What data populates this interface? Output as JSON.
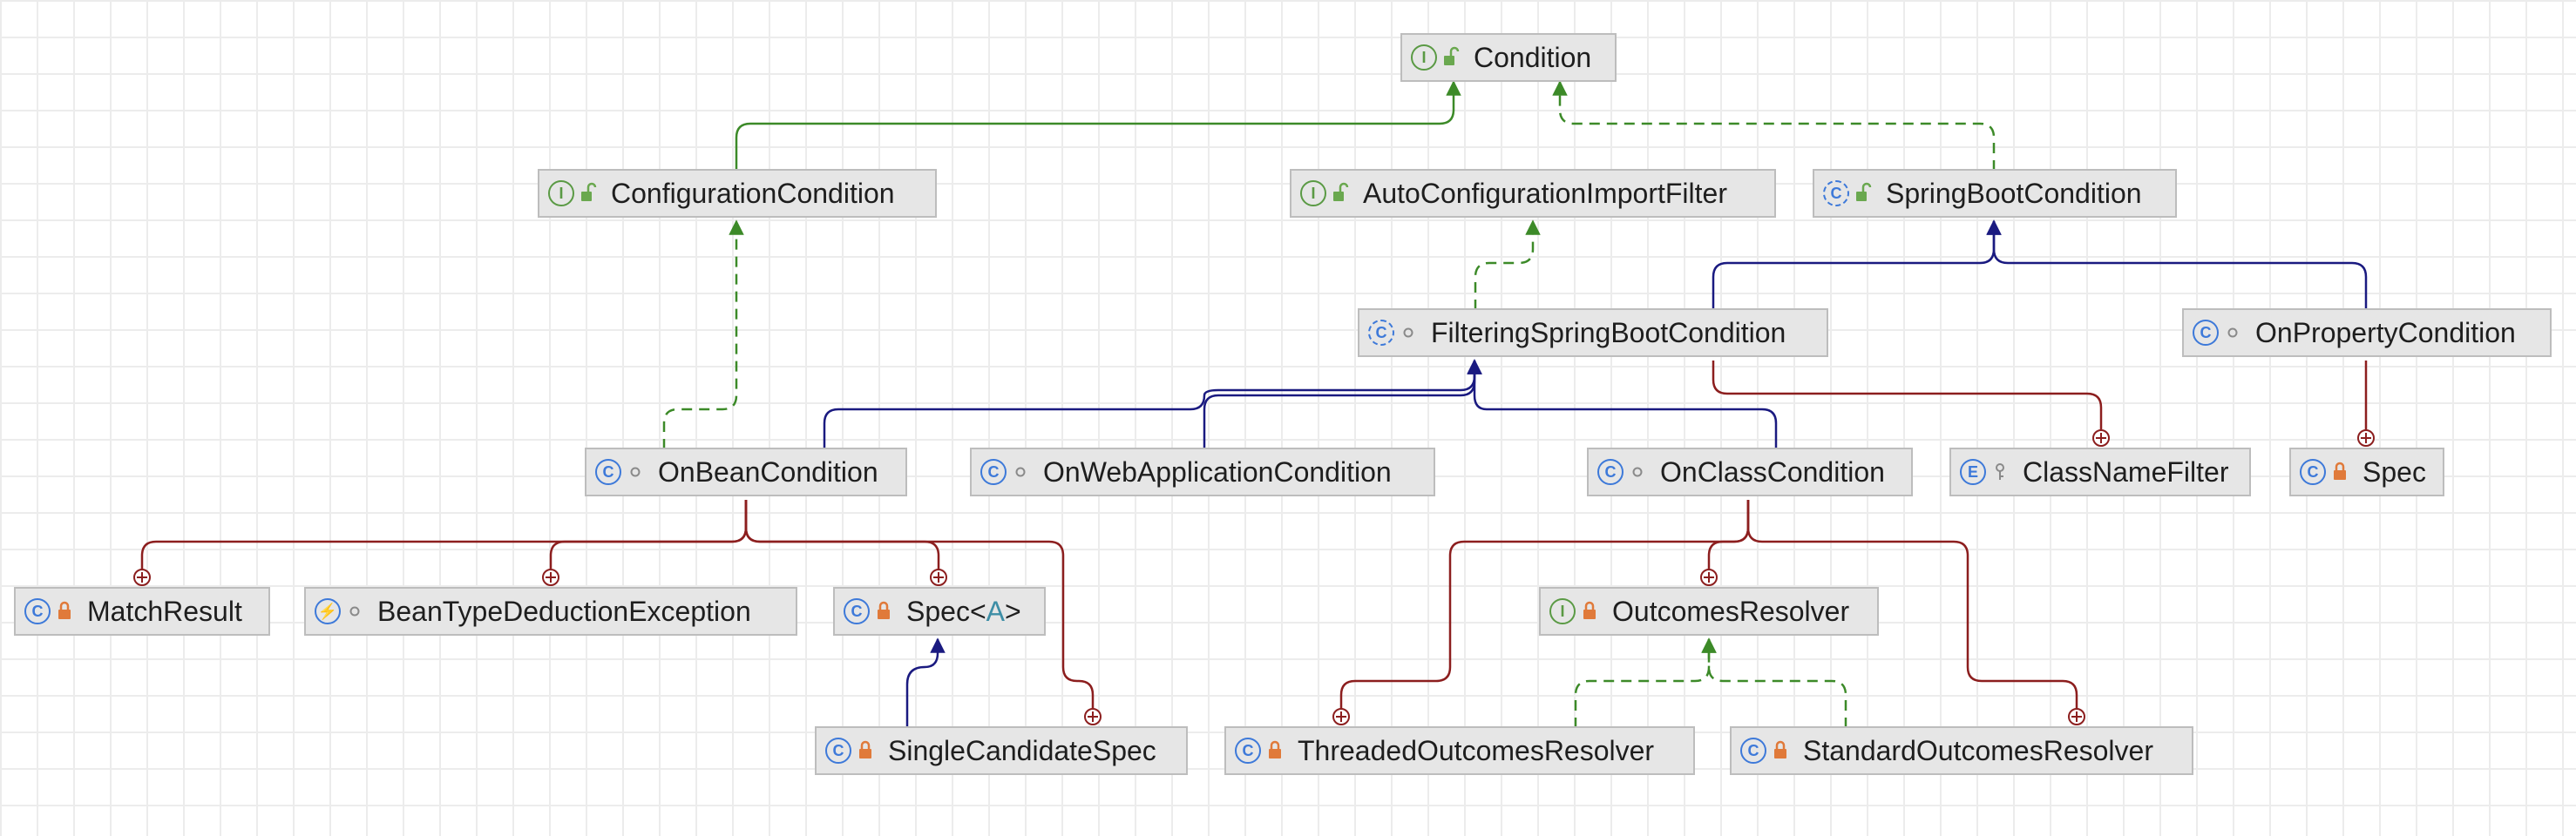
{
  "diagram": {
    "nodes": {
      "condition": {
        "label": "Condition",
        "kind": "interface",
        "kind_glyph": "I",
        "visibility": "public"
      },
      "configuration_condition": {
        "label": "ConfigurationCondition",
        "kind": "interface",
        "kind_glyph": "I",
        "visibility": "public"
      },
      "auto_configuration_import_filter": {
        "label": "AutoConfigurationImportFilter",
        "kind": "interface",
        "kind_glyph": "I",
        "visibility": "public"
      },
      "spring_boot_condition": {
        "label": "SpringBootCondition",
        "kind": "abstract-class",
        "kind_glyph": "C",
        "visibility": "public"
      },
      "filtering_spring_boot_condition": {
        "label": "FilteringSpringBootCondition",
        "kind": "abstract-class",
        "kind_glyph": "C",
        "visibility": "package"
      },
      "on_property_condition": {
        "label": "OnPropertyCondition",
        "kind": "class",
        "kind_glyph": "C",
        "visibility": "package"
      },
      "on_bean_condition": {
        "label": "OnBeanCondition",
        "kind": "class",
        "kind_glyph": "C",
        "visibility": "package"
      },
      "on_web_application_condition": {
        "label": "OnWebApplicationCondition",
        "kind": "class",
        "kind_glyph": "C",
        "visibility": "package"
      },
      "on_class_condition": {
        "label": "OnClassCondition",
        "kind": "class",
        "kind_glyph": "C",
        "visibility": "package"
      },
      "class_name_filter": {
        "label": "ClassNameFilter",
        "kind": "enum",
        "kind_glyph": "E",
        "visibility": "protected"
      },
      "spec_private": {
        "label": "Spec",
        "kind": "class",
        "kind_glyph": "C",
        "visibility": "private"
      },
      "match_result": {
        "label": "MatchResult",
        "kind": "class",
        "kind_glyph": "C",
        "visibility": "private"
      },
      "bean_type_deduction_exception": {
        "label": "BeanTypeDeductionException",
        "kind": "exception",
        "kind_glyph": "⚡",
        "visibility": "package"
      },
      "spec_generic": {
        "label": "Spec",
        "type_param": "A",
        "kind": "class",
        "kind_glyph": "C",
        "visibility": "private"
      },
      "outcomes_resolver": {
        "label": "OutcomesResolver",
        "kind": "interface",
        "kind_glyph": "I",
        "visibility": "private"
      },
      "single_candidate_spec": {
        "label": "SingleCandidateSpec",
        "kind": "class",
        "kind_glyph": "C",
        "visibility": "private"
      },
      "threaded_outcomes_resolver": {
        "label": "ThreadedOutcomesResolver",
        "kind": "class",
        "kind_glyph": "C",
        "visibility": "private"
      },
      "standard_outcomes_resolver": {
        "label": "StandardOutcomesResolver",
        "kind": "class",
        "kind_glyph": "C",
        "visibility": "private"
      }
    },
    "edges": [
      {
        "from": "configuration_condition",
        "to": "condition",
        "type": "extends"
      },
      {
        "from": "spring_boot_condition",
        "to": "condition",
        "type": "implements"
      },
      {
        "from": "filtering_spring_boot_condition",
        "to": "auto_configuration_import_filter",
        "type": "implements"
      },
      {
        "from": "filtering_spring_boot_condition",
        "to": "spring_boot_condition",
        "type": "extends"
      },
      {
        "from": "on_property_condition",
        "to": "spring_boot_condition",
        "type": "extends"
      },
      {
        "from": "on_bean_condition",
        "to": "configuration_condition",
        "type": "implements"
      },
      {
        "from": "on_bean_condition",
        "to": "filtering_spring_boot_condition",
        "type": "extends"
      },
      {
        "from": "on_web_application_condition",
        "to": "filtering_spring_boot_condition",
        "type": "extends"
      },
      {
        "from": "on_class_condition",
        "to": "filtering_spring_boot_condition",
        "type": "extends"
      },
      {
        "from": "class_name_filter",
        "to": "filtering_spring_boot_condition",
        "type": "inner"
      },
      {
        "from": "spec_private",
        "to": "on_property_condition",
        "type": "inner"
      },
      {
        "from": "match_result",
        "to": "on_bean_condition",
        "type": "inner"
      },
      {
        "from": "bean_type_deduction_exception",
        "to": "on_bean_condition",
        "type": "inner"
      },
      {
        "from": "spec_generic",
        "to": "on_bean_condition",
        "type": "inner"
      },
      {
        "from": "single_candidate_spec",
        "to": "on_bean_condition",
        "type": "inner"
      },
      {
        "from": "single_candidate_spec",
        "to": "spec_generic",
        "type": "extends"
      },
      {
        "from": "outcomes_resolver",
        "to": "on_class_condition",
        "type": "inner"
      },
      {
        "from": "threaded_outcomes_resolver",
        "to": "on_class_condition",
        "type": "inner"
      },
      {
        "from": "standard_outcomes_resolver",
        "to": "on_class_condition",
        "type": "inner"
      },
      {
        "from": "threaded_outcomes_resolver",
        "to": "outcomes_resolver",
        "type": "implements"
      },
      {
        "from": "standard_outcomes_resolver",
        "to": "outcomes_resolver",
        "type": "implements"
      }
    ],
    "colors": {
      "extends_class": "#1a1a80",
      "extends_interface": "#3c8a28",
      "implements": "#3c8a28",
      "inner": "#8c1e1e",
      "node_fill": "#e6e6e6",
      "node_border": "#bdbdbd"
    }
  }
}
